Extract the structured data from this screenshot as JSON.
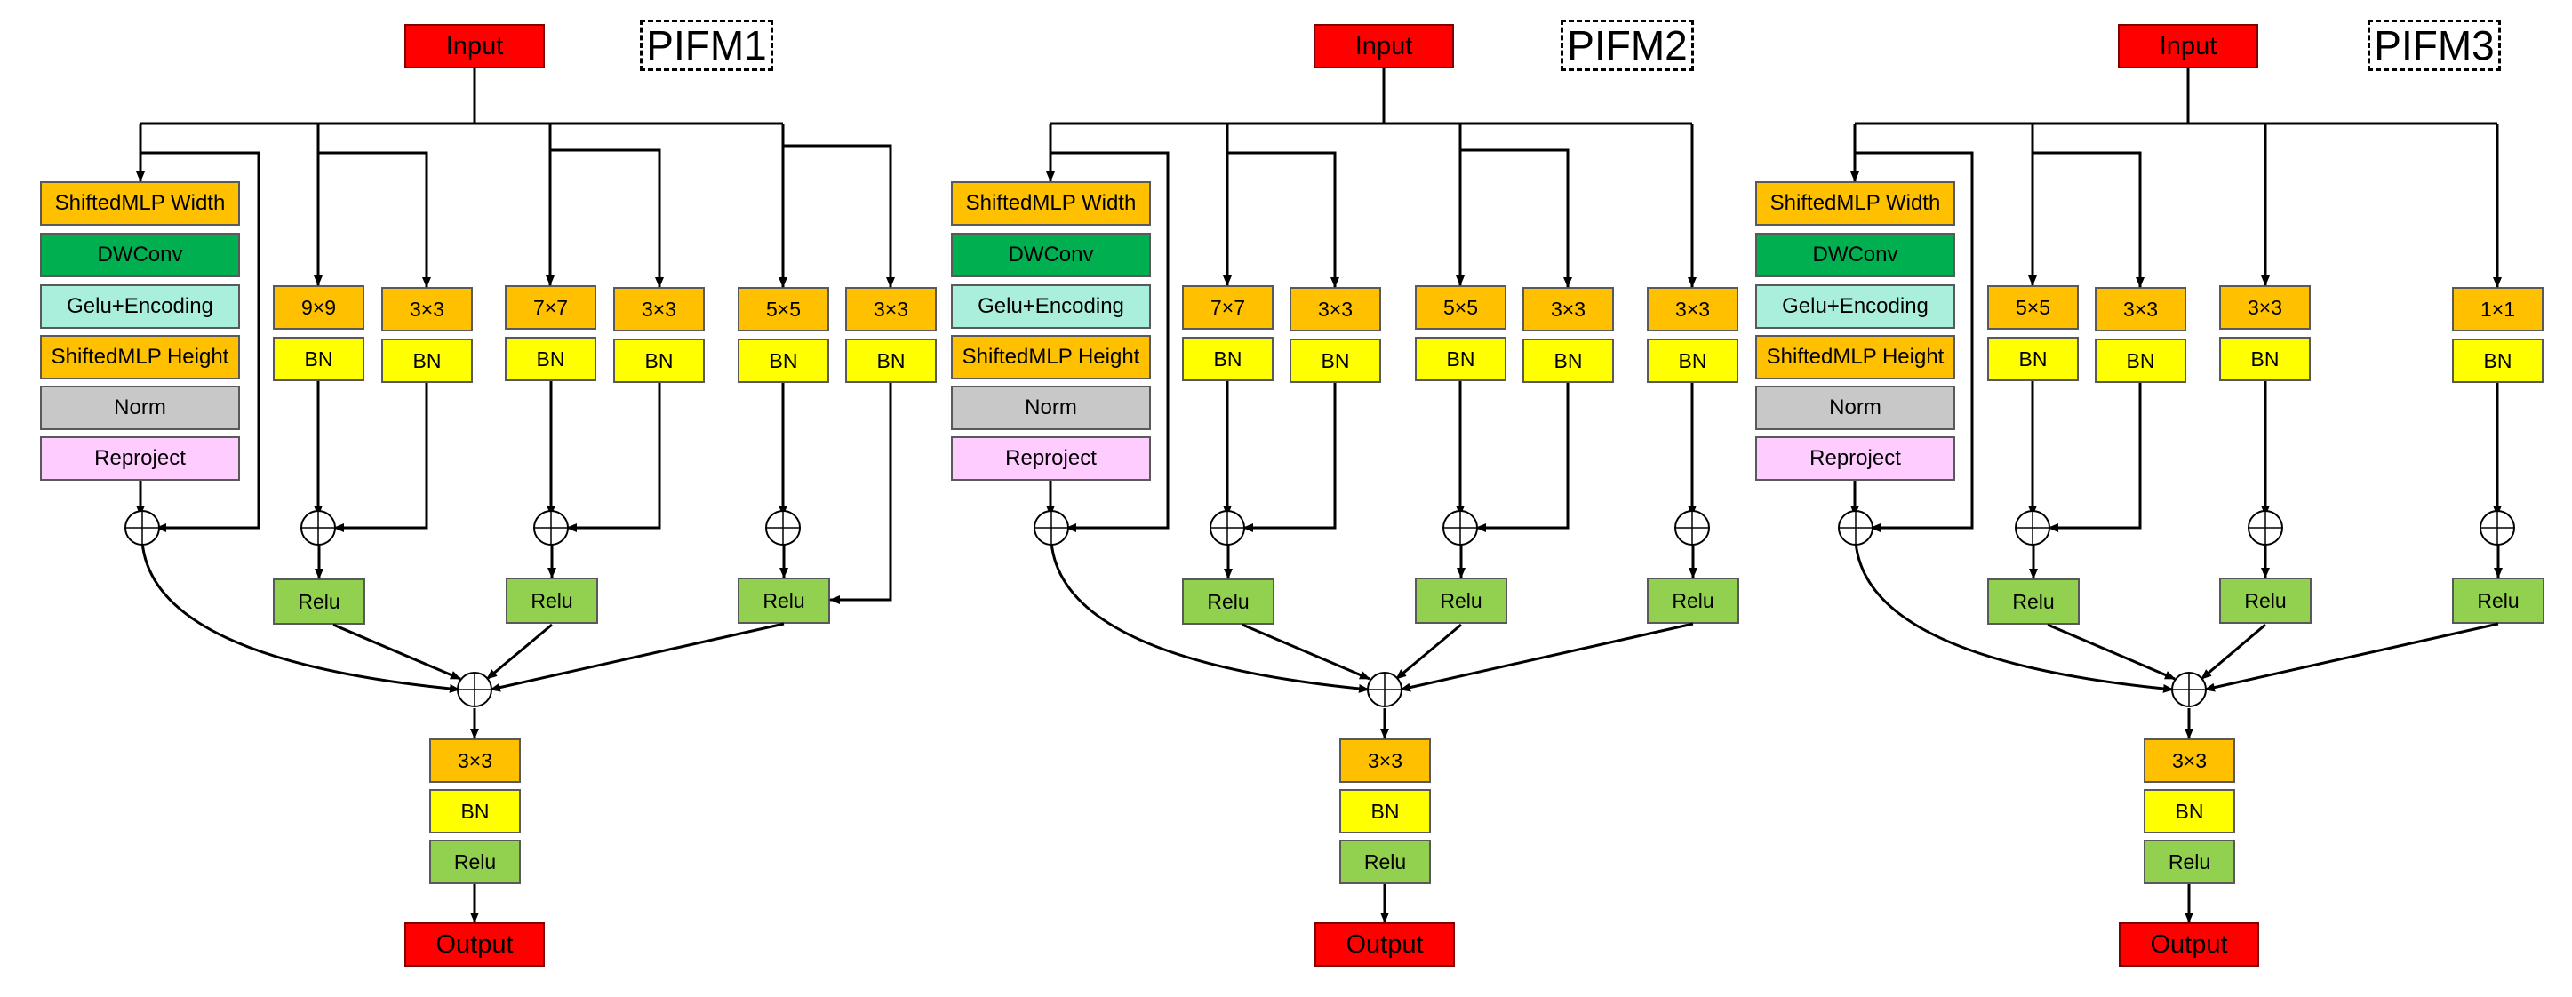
{
  "modules": [
    {
      "title": "PIFM1",
      "input_label": "Input",
      "output_label": "Output",
      "mlp_stack": [
        "ShiftedMLP Width",
        "DWConv",
        "Gelu+Encoding",
        "ShiftedMLP Height",
        "Norm",
        "Reproject"
      ],
      "branches": [
        {
          "conv_a": "9×9",
          "bn_a": "BN",
          "conv_b": "3×3",
          "bn_b": "BN",
          "relu": "Relu"
        },
        {
          "conv_a": "7×7",
          "bn_a": "BN",
          "conv_b": "3×3",
          "bn_b": "BN",
          "relu": "Relu"
        },
        {
          "conv_a": "5×5",
          "bn_a": "BN",
          "conv_b": "3×3",
          "bn_b": "BN",
          "relu": "Relu"
        }
      ],
      "fusion": {
        "conv": "3×3",
        "bn": "BN",
        "relu": "Relu"
      }
    },
    {
      "title": "PIFM2",
      "input_label": "Input",
      "output_label": "Output",
      "mlp_stack": [
        "ShiftedMLP Width",
        "DWConv",
        "Gelu+Encoding",
        "ShiftedMLP Height",
        "Norm",
        "Reproject"
      ],
      "branches": [
        {
          "conv_a": "7×7",
          "bn_a": "BN",
          "conv_b": "3×3",
          "bn_b": "BN",
          "relu": "Relu"
        },
        {
          "conv_a": "5×5",
          "bn_a": "BN",
          "conv_b": "3×3",
          "bn_b": "BN",
          "relu": "Relu"
        },
        {
          "conv_a": "3×3",
          "bn_a": "BN",
          "relu": "Relu"
        }
      ],
      "fusion": {
        "conv": "3×3",
        "bn": "BN",
        "relu": "Relu"
      }
    },
    {
      "title": "PIFM3",
      "input_label": "Input",
      "output_label": "Output",
      "mlp_stack": [
        "ShiftedMLP Width",
        "DWConv",
        "Gelu+Encoding",
        "ShiftedMLP Height",
        "Norm",
        "Reproject"
      ],
      "branches": [
        {
          "conv_a": "5×5",
          "bn_a": "BN",
          "conv_b": "3×3",
          "bn_b": "BN",
          "relu": "Relu"
        },
        {
          "conv_a": "3×3",
          "bn_a": "BN",
          "relu": "Relu"
        },
        {
          "conv_a": "1×1",
          "bn_a": "BN",
          "relu": "Relu"
        }
      ],
      "fusion": {
        "conv": "3×3",
        "bn": "BN",
        "relu": "Relu"
      }
    }
  ],
  "colors": {
    "io": "#ff0000",
    "orange": "#ffc000",
    "green_dark": "#00b050",
    "aqua": "#a9efdc",
    "grey": "#c8c8c8",
    "pink": "#ffccff",
    "yellow": "#ffff00",
    "green_light": "#92d050"
  }
}
